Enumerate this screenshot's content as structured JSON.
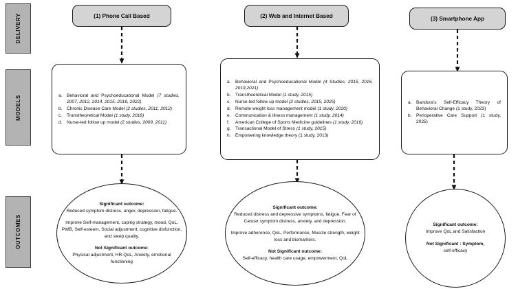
{
  "bands": [
    {
      "label": "DELIVERY"
    },
    {
      "label": "MODELS"
    },
    {
      "label": "OUTCOMES"
    }
  ],
  "delivery": [
    {
      "label": "(1) Phone Call Based"
    },
    {
      "label": "(2) Web and Internet Based"
    },
    {
      "label": "(3) Smartphone App"
    }
  ],
  "models": {
    "col1": [
      {
        "key": "a.",
        "text": "Behavioral and Psychoeducational Model ",
        "detail": "(7 studies, 2007, 2012, 2014, 2015, 2016, 2022)"
      },
      {
        "key": "b.",
        "text": "Chronic Disease Care Model ",
        "detail": "(2 studies, 2011, 2012)"
      },
      {
        "key": "c.",
        "text": "Transtheoretical Model ",
        "detail": "(1 study, 2018)"
      },
      {
        "key": "d.",
        "text": "Nurse-led follow up model ",
        "detail": "(2 studies, 2009, 2011)"
      }
    ],
    "col2": [
      {
        "key": "a.",
        "text": "Behavioral and Psychoeducational Model ",
        "detail": "(4 Studies, 2015, 2016, 2019,2021)"
      },
      {
        "key": "b.",
        "text": "Transtheoretical Model ",
        "detail": "(1 study, 2015)"
      },
      {
        "key": "c.",
        "text": "Nurse-led follow up model ",
        "detail": "(2 studies, 2015, 2025)"
      },
      {
        "key": "d.",
        "text": "Remote weight loss management model ",
        "detail": "(1 study, 2020)"
      },
      {
        "key": "e.",
        "text": "Communication & illness management ",
        "detail": "(1 study, 2014)"
      },
      {
        "key": "f.",
        "text": "American College of Sports Medicine guidelines ",
        "detail": "(1 study, 2016)"
      },
      {
        "key": "g.",
        "text": "Transactional Model of Stress ",
        "detail": "(1 study, 2015)"
      },
      {
        "key": "h.",
        "text": "Empowering knowledge theory (1 study, 2013)",
        "detail": ""
      }
    ],
    "col3": [
      {
        "key": "a.",
        "text": "Bandura's Self-Efficacy Theory of Behavioral Change (1 study, 2023)",
        "detail": ""
      },
      {
        "key": "b.",
        "text": "Perioperative Care Support (1 study, 2025)",
        "detail": ""
      }
    ]
  },
  "outcomes": {
    "col1": {
      "sig_head": "Significant outcome:",
      "sig_body": "Reduced symptom distress, anger, depression, fatigue.",
      "sig_body2": "Improve Self-management, coping strategy, mood, QoL, PWB, Self-esteem, Social adjustment, cognitive disfunction, and sleep quality.",
      "not_head": "Not Significant outcome:",
      "not_body": "Physical adjustment, HR-QoL, Anxiety, emotional functioning"
    },
    "col2": {
      "sig_head": "Significant outcome:",
      "sig_body": "Reduced distress and depressive symptoms, fatigue, Fear of Cancer symptom distress, anxiety, and depression.",
      "sig_body2": "Improve adherence, QoL, Performance, Muscle strength, weight loss and biomarkers.",
      "not_head": "Not Significant outcome:",
      "not_body": "Self-efficacy, health care usage, empowerment, QoL"
    },
    "col3": {
      "sig_head": "Significant outcome:",
      "sig_body": "Improve QoL and Satisfaction",
      "sig_body2": "",
      "not_head": "Not Significant : Symptom,",
      "not_body": "self-efficacy"
    }
  },
  "colors": {
    "band_fill": "#b3b3b3",
    "delivery_fill": "#d4d4d4",
    "stroke": "#1a1a1a"
  }
}
